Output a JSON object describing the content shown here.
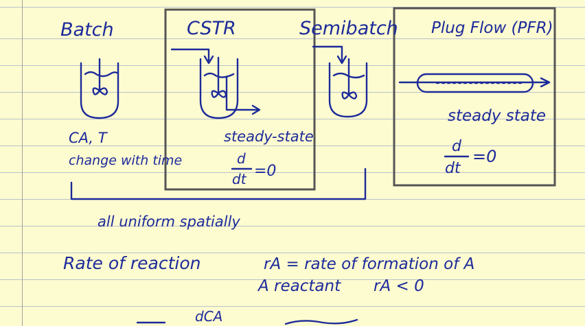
{
  "notes": {
    "reactor_types": {
      "batch": "Batch",
      "cstr": "CSTR",
      "semibatch": "Semibatch",
      "pfr": "Plug Flow (PFR)"
    },
    "batch_note": {
      "line1": "CA, T",
      "line2": "change with time"
    },
    "cstr_note": {
      "label": "steady-state",
      "eq_num": "d",
      "eq_den": "dt",
      "eq_rhs": "=0"
    },
    "pfr_note": {
      "label": "steady state",
      "eq_num": "d",
      "eq_den": "dt",
      "eq_rhs": "=0"
    },
    "uniform_note": "all uniform spatially",
    "rate": {
      "heading": "Rate of reaction",
      "definition": "rA = rate of formation of A",
      "reactant_label": "A reactant",
      "inequality": "rA < 0"
    },
    "partial": {
      "dca": "dCA"
    }
  }
}
